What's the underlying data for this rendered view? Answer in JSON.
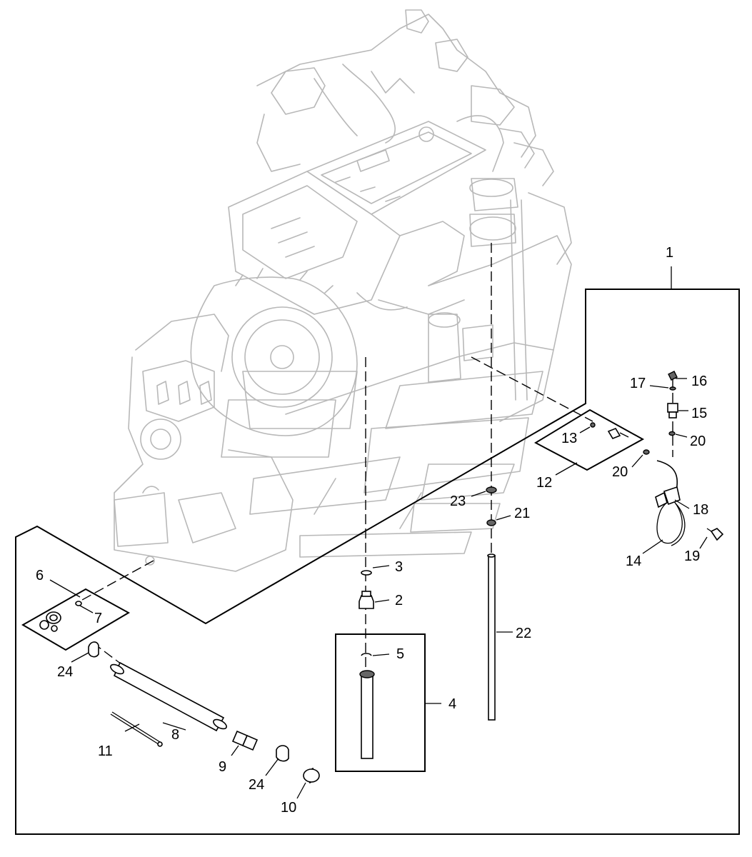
{
  "callouts": {
    "c1": "1",
    "c2": "2",
    "c3": "3",
    "c4": "4",
    "c5": "5",
    "c6": "6",
    "c7": "7",
    "c8": "8",
    "c9": "9",
    "c10": "10",
    "c11": "11",
    "c12": "12",
    "c13": "13",
    "c14": "14",
    "c15": "15",
    "c16": "16",
    "c17": "17",
    "c18": "18",
    "c19": "19",
    "c20a": "20",
    "c20b": "20",
    "c21": "21",
    "c22": "22",
    "c23": "23",
    "c24a": "24",
    "c24b": "24"
  },
  "colors": {
    "engine_line": "#b8b8b8",
    "part_line": "#000000",
    "background": "#ffffff"
  }
}
